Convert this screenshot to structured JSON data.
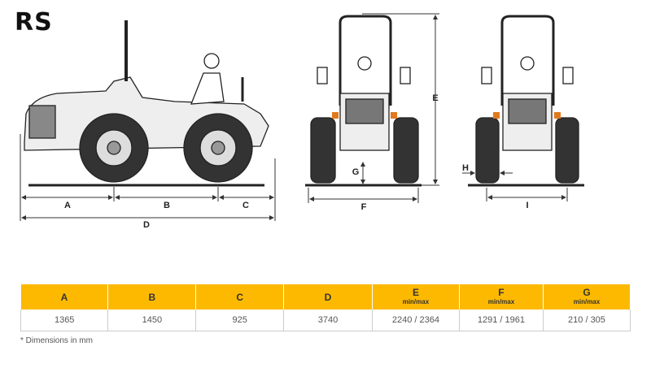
{
  "title": "RS",
  "diagram_labels": {
    "A": "A",
    "B": "B",
    "C": "C",
    "D": "D",
    "E": "E",
    "F": "F",
    "G": "G",
    "H": "H",
    "I": "I"
  },
  "table": {
    "headers": [
      {
        "label": "A",
        "sub": ""
      },
      {
        "label": "B",
        "sub": ""
      },
      {
        "label": "C",
        "sub": ""
      },
      {
        "label": "D",
        "sub": ""
      },
      {
        "label": "E",
        "sub": "min/max"
      },
      {
        "label": "F",
        "sub": "min/max"
      },
      {
        "label": "G",
        "sub": "min/max"
      }
    ],
    "values": [
      "1365",
      "1450",
      "925",
      "3740",
      "2240 / 2364",
      "1291 / 1961",
      "210 / 305"
    ]
  },
  "footnote": "* Dimensions in mm",
  "colors": {
    "header": "#fcb900",
    "accent": "#e07a1f"
  }
}
